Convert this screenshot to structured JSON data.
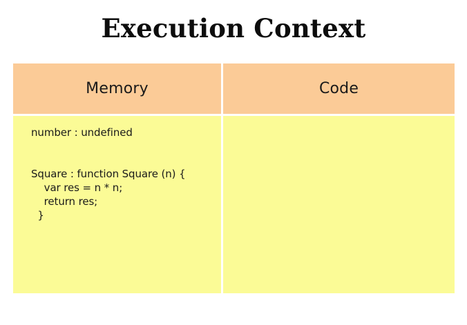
{
  "slide": {
    "title": "Execution Context",
    "background_color": "#ffffff"
  },
  "table": {
    "header_bg": "#fbcb97",
    "body_bg": "#fbfb96",
    "divider_color": "#ffffff",
    "columns": [
      {
        "header": "Memory",
        "content": "number : undefined\n\n\nSquare : function Square (n) {\n    var res = n * n;\n    return res;\n  }"
      },
      {
        "header": "Code",
        "content": ""
      }
    ]
  }
}
